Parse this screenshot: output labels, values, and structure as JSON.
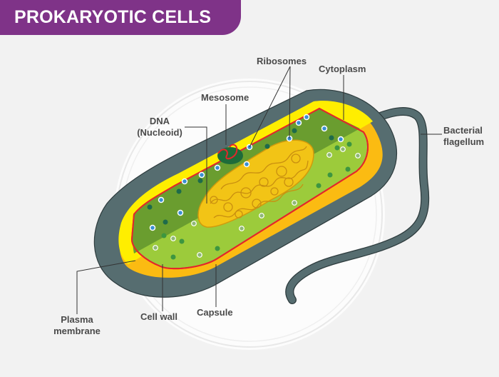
{
  "header": {
    "title": "PROKARYOTIC CELLS",
    "banner_color": "#7f3388"
  },
  "labels": {
    "ribosomes": "Ribosomes",
    "cytoplasm": "Cytoplasm",
    "mesosome": "Mesosome",
    "dna_line1": "DNA",
    "dna_line2": "(Nucleoid)",
    "flagellum_line1": "Bacterial",
    "flagellum_line2": "flagellum",
    "plasma_line1": "Plasma",
    "plasma_line2": "membrane",
    "cell_wall": "Cell wall",
    "capsule": "Capsule"
  },
  "colors": {
    "capsule": "#566d70",
    "cell_wall_top": "#ffee00",
    "cell_wall_bottom": "#fbbb12",
    "membrane": "#e3262b",
    "cytoplasm_dark": "#6a9d2f",
    "cytoplasm_light": "#9ccb3b",
    "nucleoid": "#f2c416",
    "ribosome": "#3a8fd1",
    "label_text": "#4a4a4a"
  }
}
